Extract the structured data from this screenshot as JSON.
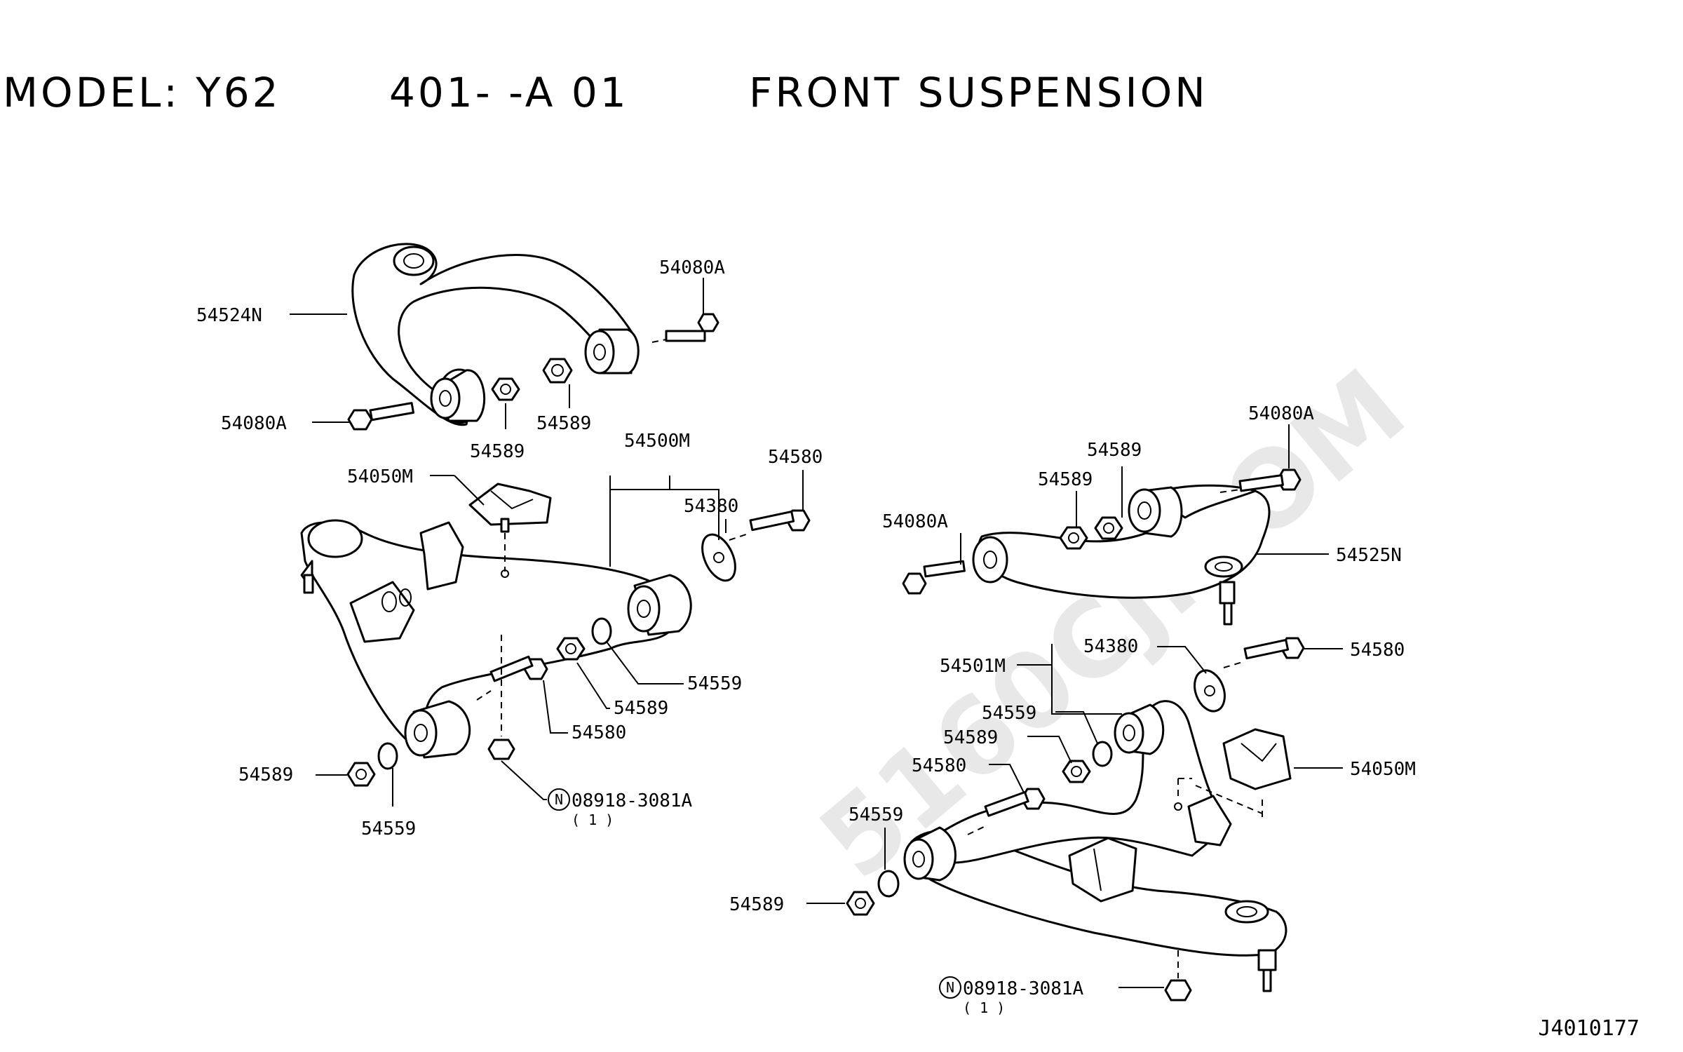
{
  "header": {
    "model": "MODEL: Y62",
    "section": "401-  -A 01",
    "title": "FRONT SUSPENSION"
  },
  "watermark": "5160CJ.COM",
  "diagram_code": "J4010177",
  "callouts": {
    "ul_arm": "54524N",
    "ul_bolt_right": "54080A",
    "ul_bolt_left": "54080A",
    "ul_nut_left": "54589",
    "ul_nut_right": "54589",
    "ll_assembly": "54500M",
    "ll_bumper": "54050M",
    "ll_bolt_top": "54580",
    "ll_washer_top": "54380",
    "ll_washer_mid": "54559",
    "ll_nut_mid": "54589",
    "ll_bolt_mid": "54580",
    "ll_nut_front": "54589",
    "ll_washer_front": "54559",
    "ll_balljoint_nut": "08918-3081A",
    "ll_balljoint_qty": "( 1 )",
    "ur_bolt_right": "54080A",
    "ur_nut_top": "54589",
    "ur_nut_mid": "54589",
    "ur_bolt_left": "54080A",
    "ur_arm": "54525N",
    "lr_washer_top": "54380",
    "lr_assembly": "54501M",
    "lr_bolt_top": "54580",
    "lr_washer_mid": "54559",
    "lr_nut_mid": "54589",
    "lr_bolt_mid": "54580",
    "lr_bumper": "54050M",
    "lr_washer_front": "54559",
    "lr_nut_front": "54589",
    "lr_balljoint_nut": "08918-3081A",
    "lr_balljoint_qty": "( 1 )"
  },
  "symbols": {
    "nut_marker": "N"
  }
}
